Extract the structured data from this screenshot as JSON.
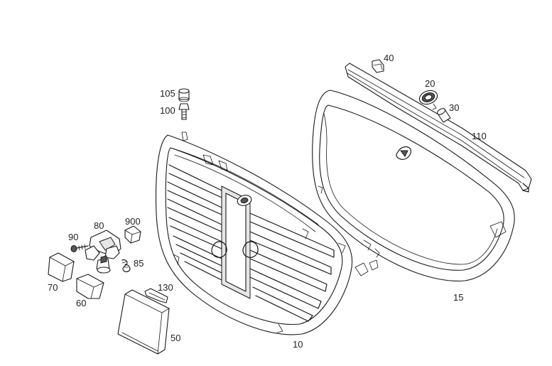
{
  "parts": {
    "p10": "10",
    "p15": "15",
    "p20": "20",
    "p30": "30",
    "p40": "40",
    "p50": "50",
    "p60": "60",
    "p70": "70",
    "p80": "80",
    "p85": "85",
    "p90": "90",
    "p100": "100",
    "p105": "105",
    "p110": "110",
    "p130": "130",
    "p900": "900"
  }
}
